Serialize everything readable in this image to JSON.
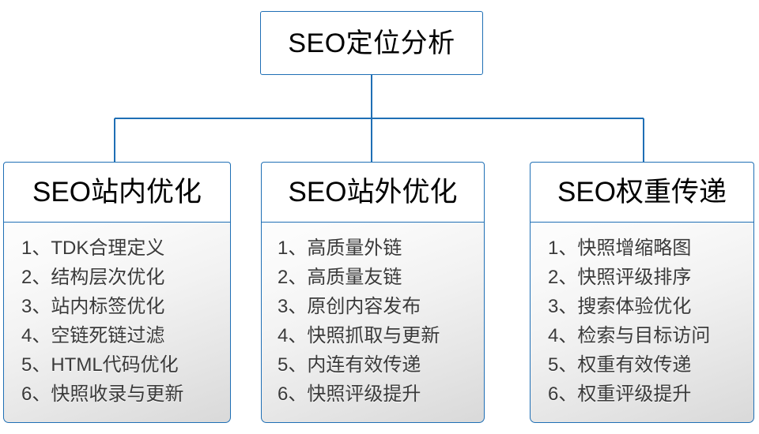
{
  "diagram": {
    "type": "org-tree",
    "accent_color": "#1f6fb5",
    "text_color": "#3a3a3a",
    "root": {
      "label": "SEO定位分析"
    },
    "branches": [
      {
        "id": "seo-onsite",
        "title": "SEO站内优化",
        "items": [
          "1、TDK合理定义",
          "2、结构层次优化",
          "3、站内标签优化",
          "4、空链死链过滤",
          "5、HTML代码优化",
          "6、快照收录与更新"
        ]
      },
      {
        "id": "seo-offsite",
        "title": "SEO站外优化",
        "items": [
          "1、高质量外链",
          "2、高质量友链",
          "3、原创内容发布",
          "4、快照抓取与更新",
          "5、内连有效传递",
          "6、快照评级提升"
        ]
      },
      {
        "id": "seo-weight",
        "title": "SEO权重传递",
        "items": [
          "1、快照增缩略图",
          "2、快照评级排序",
          "3、搜索体验优化",
          "4、检索与目标访问",
          "5、权重有效传递",
          "6、权重评级提升"
        ]
      }
    ]
  }
}
